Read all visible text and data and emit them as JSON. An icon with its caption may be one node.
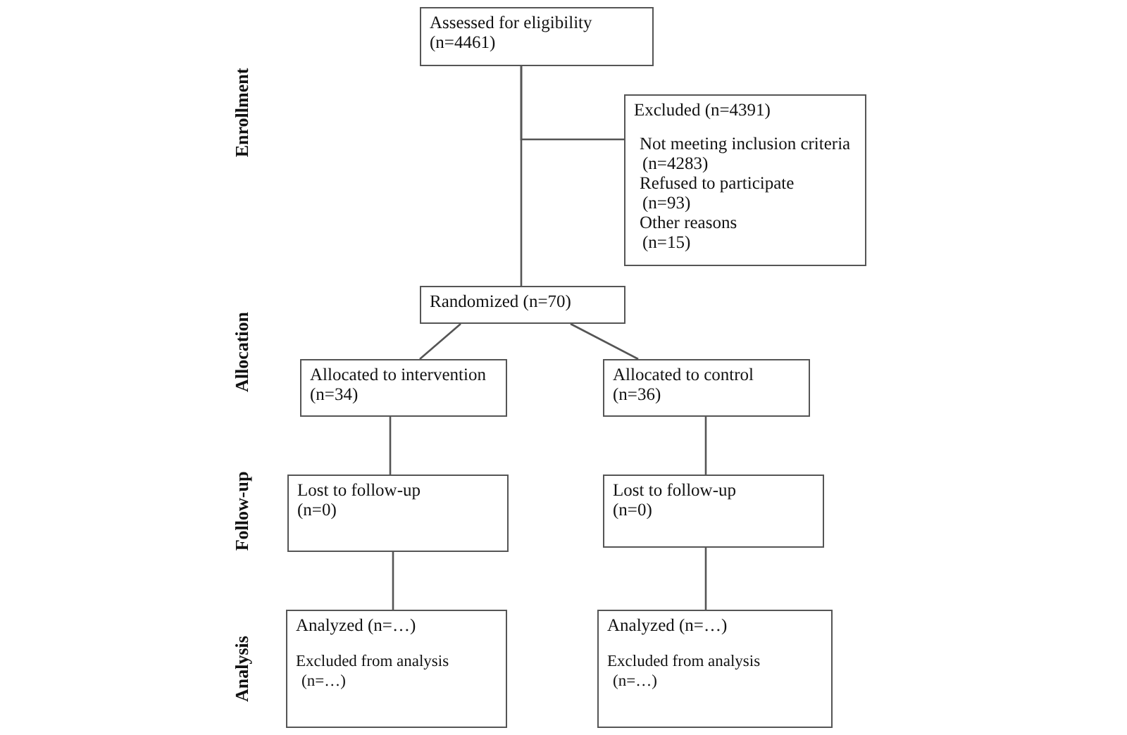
{
  "diagram": {
    "nodes": [
      {
        "text": [
          "Assessed for eligibility",
          "(n=4461)"
        ]
      },
      {
        "text": [
          "Excluded (n=4391)",
          "Not meeting inclusion criteria",
          "(n=4283)",
          "Refused to participate",
          "(n=93)",
          "Other reasons",
          "(n=15)"
        ]
      },
      {
        "text": [
          "Randomized (n=70)"
        ]
      },
      {
        "text": [
          "Allocated to intervention",
          "(n=34)"
        ]
      },
      {
        "text": [
          "Allocated to control",
          "(n=36)"
        ]
      },
      {
        "text": [
          "Lost to follow-up",
          "(n=0)"
        ]
      },
      {
        "text": [
          "Lost to follow-up",
          "(n=0)"
        ]
      },
      {
        "text": [
          "Analyzed (n=…)",
          "Excluded from analysis",
          "(n=…)"
        ]
      },
      {
        "text": [
          "Analyzed (n=…)",
          "Excluded from analysis",
          "(n=…)"
        ]
      }
    ],
    "edges": [
      {
        "from": 0,
        "to": 2,
        "arrow": "none"
      },
      {
        "from": 0,
        "to": 1,
        "arrow": "none"
      },
      {
        "from": 2,
        "to": 3,
        "arrow": "none"
      },
      {
        "from": 2,
        "to": 4,
        "arrow": "none"
      },
      {
        "from": 3,
        "to": 5,
        "arrow": "none"
      },
      {
        "from": 4,
        "to": 6,
        "arrow": "none"
      },
      {
        "from": 5,
        "to": 7,
        "arrow": "none"
      },
      {
        "from": 6,
        "to": 8,
        "arrow": "none"
      }
    ],
    "labels": [
      "Enrollment",
      "Allocation",
      "Follow-up",
      "Analysis"
    ]
  }
}
